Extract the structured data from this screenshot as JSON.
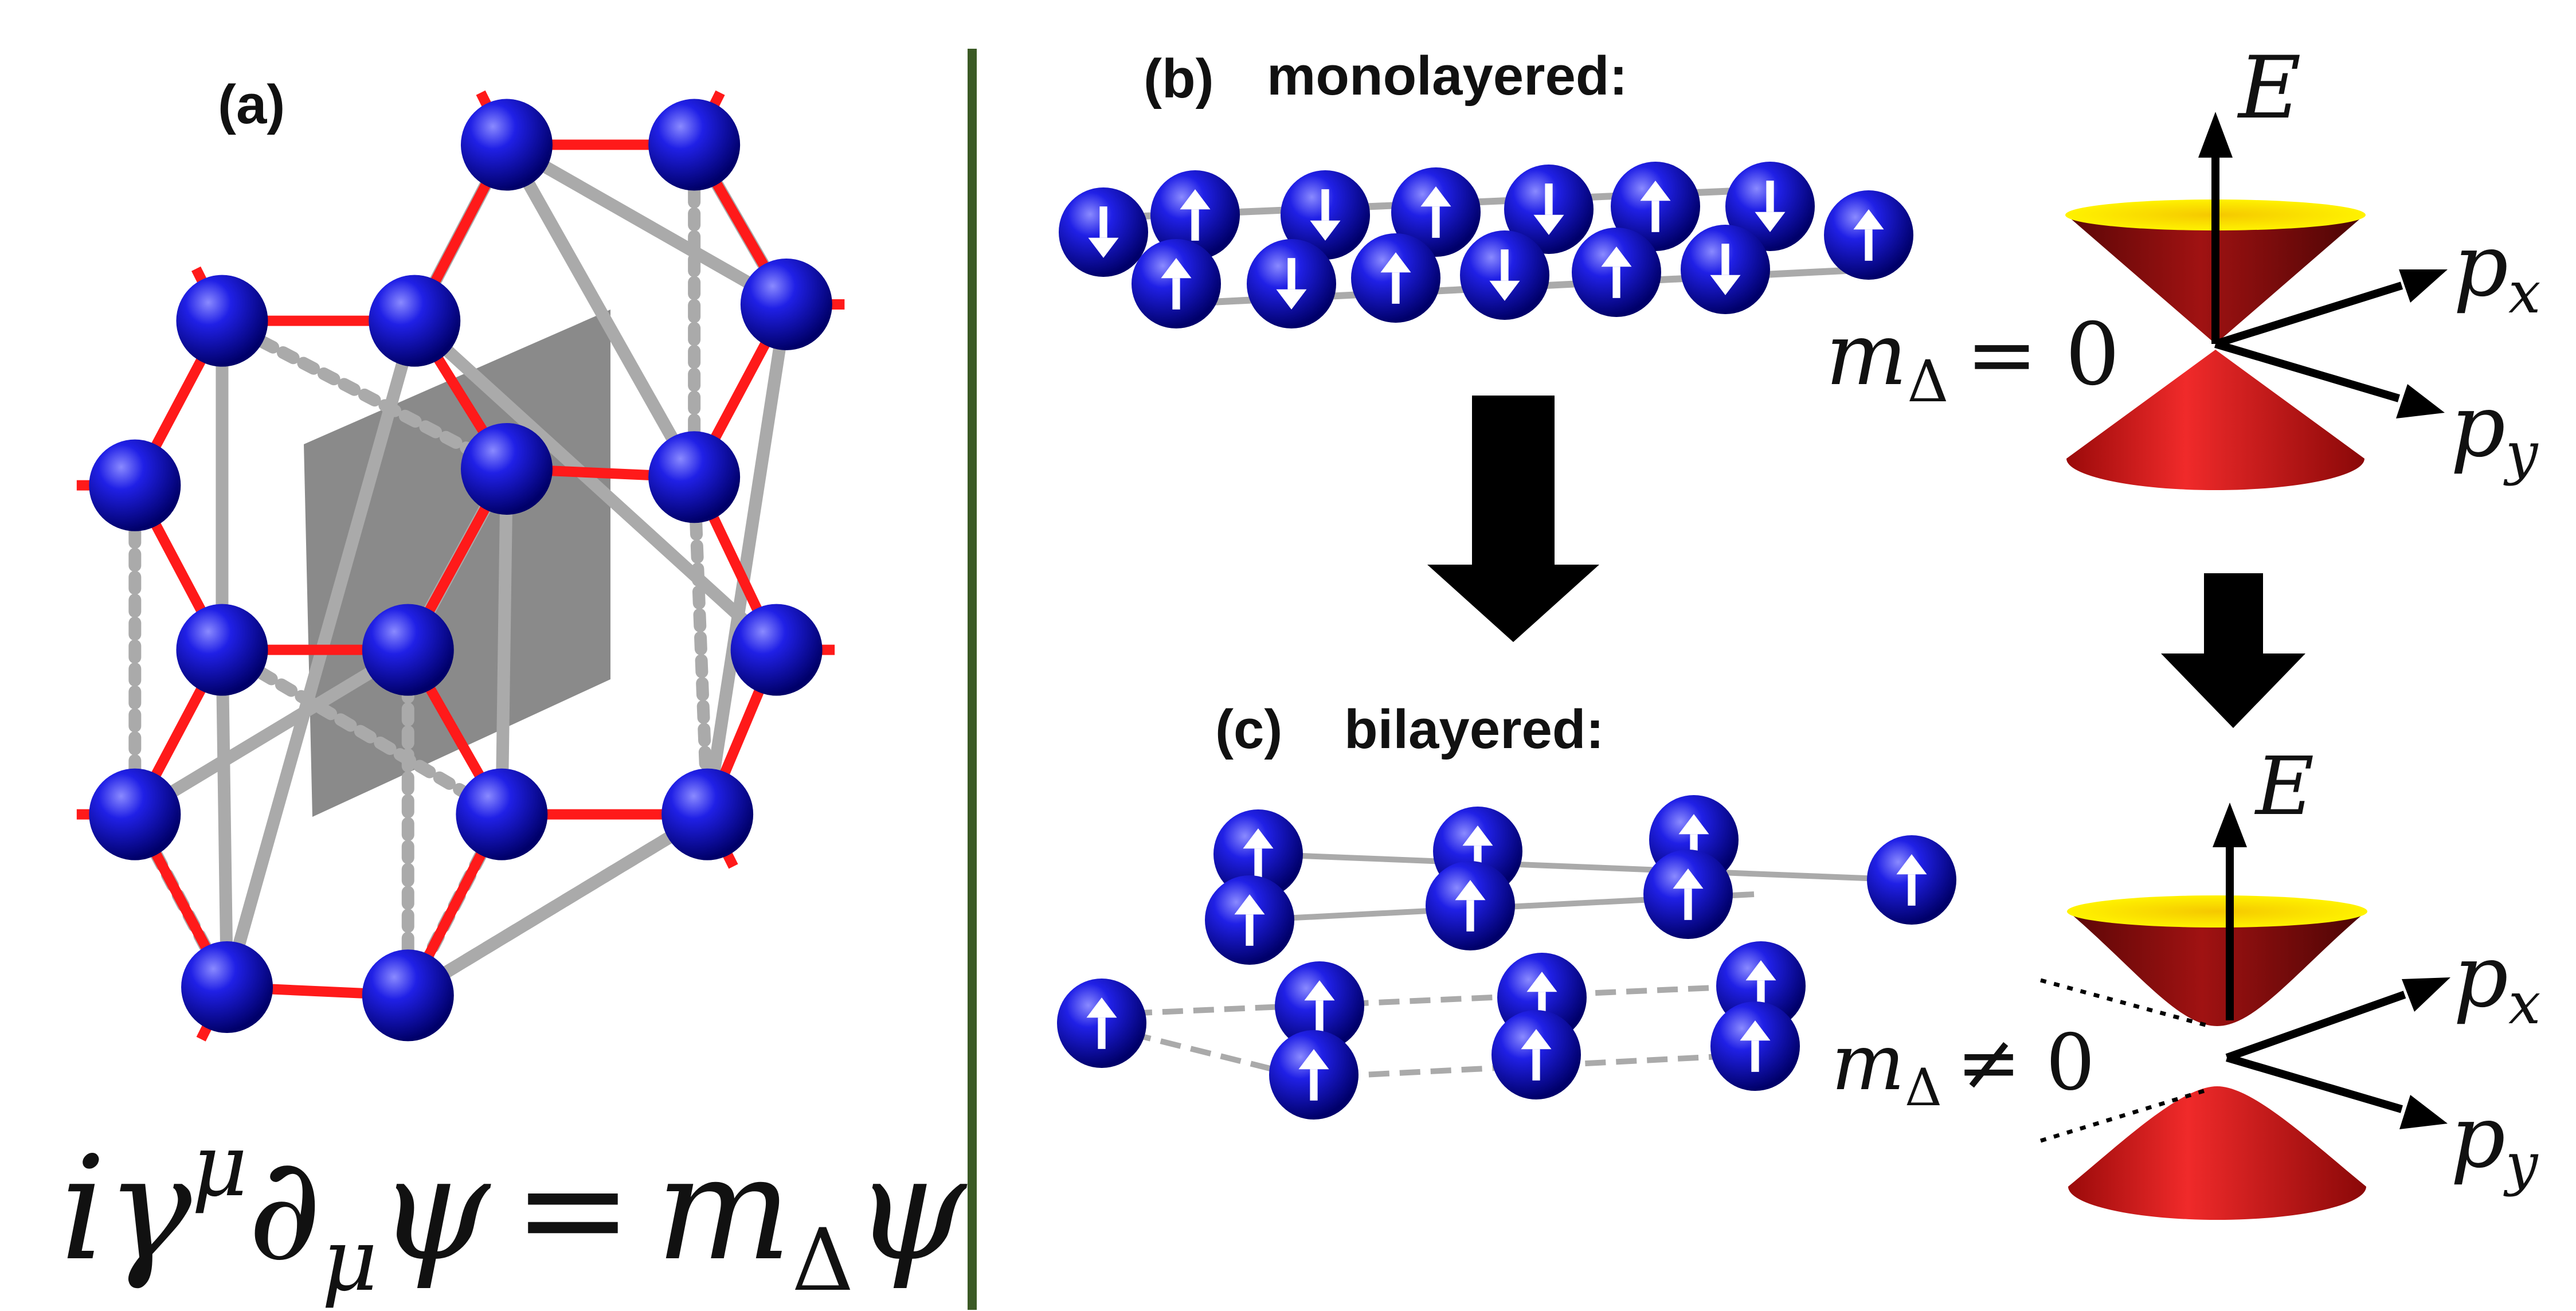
{
  "panel_a": {
    "label": "(a)"
  },
  "panel_b": {
    "label": "(b)",
    "title": "monolayered:"
  },
  "panel_c": {
    "label": "(c)",
    "title": "bilayered:"
  },
  "equation": {
    "i": "i",
    "gamma": "γ",
    "mu_sup": "μ",
    "partial": "∂",
    "mu_sub": "μ",
    "psi": "ψ",
    "eq": "=",
    "m": "m",
    "delta_sub": "Δ",
    "psi2": "ψ"
  },
  "cone_top": {
    "E": "E",
    "px": "p",
    "px_sub": "x",
    "py": "p",
    "py_sub": "y",
    "mass_m": "m",
    "mass_sub": "Δ",
    "mass_rel": "= 0"
  },
  "cone_bottom": {
    "E": "E",
    "px": "p",
    "px_sub": "x",
    "py": "p",
    "py_sub": "y",
    "mass_m": "m",
    "mass_sub": "Δ",
    "mass_rel": "≠ 0"
  },
  "colors": {
    "atom": "#1010d0",
    "bond": "#ff1a1a",
    "frame": "#a8a8a8",
    "plane": "#8a8a8a",
    "divider": "#3b5a25",
    "cone_dark": "#7a0c0c",
    "cone_red": "#d21818",
    "cone_rim": "#f2ea00"
  }
}
